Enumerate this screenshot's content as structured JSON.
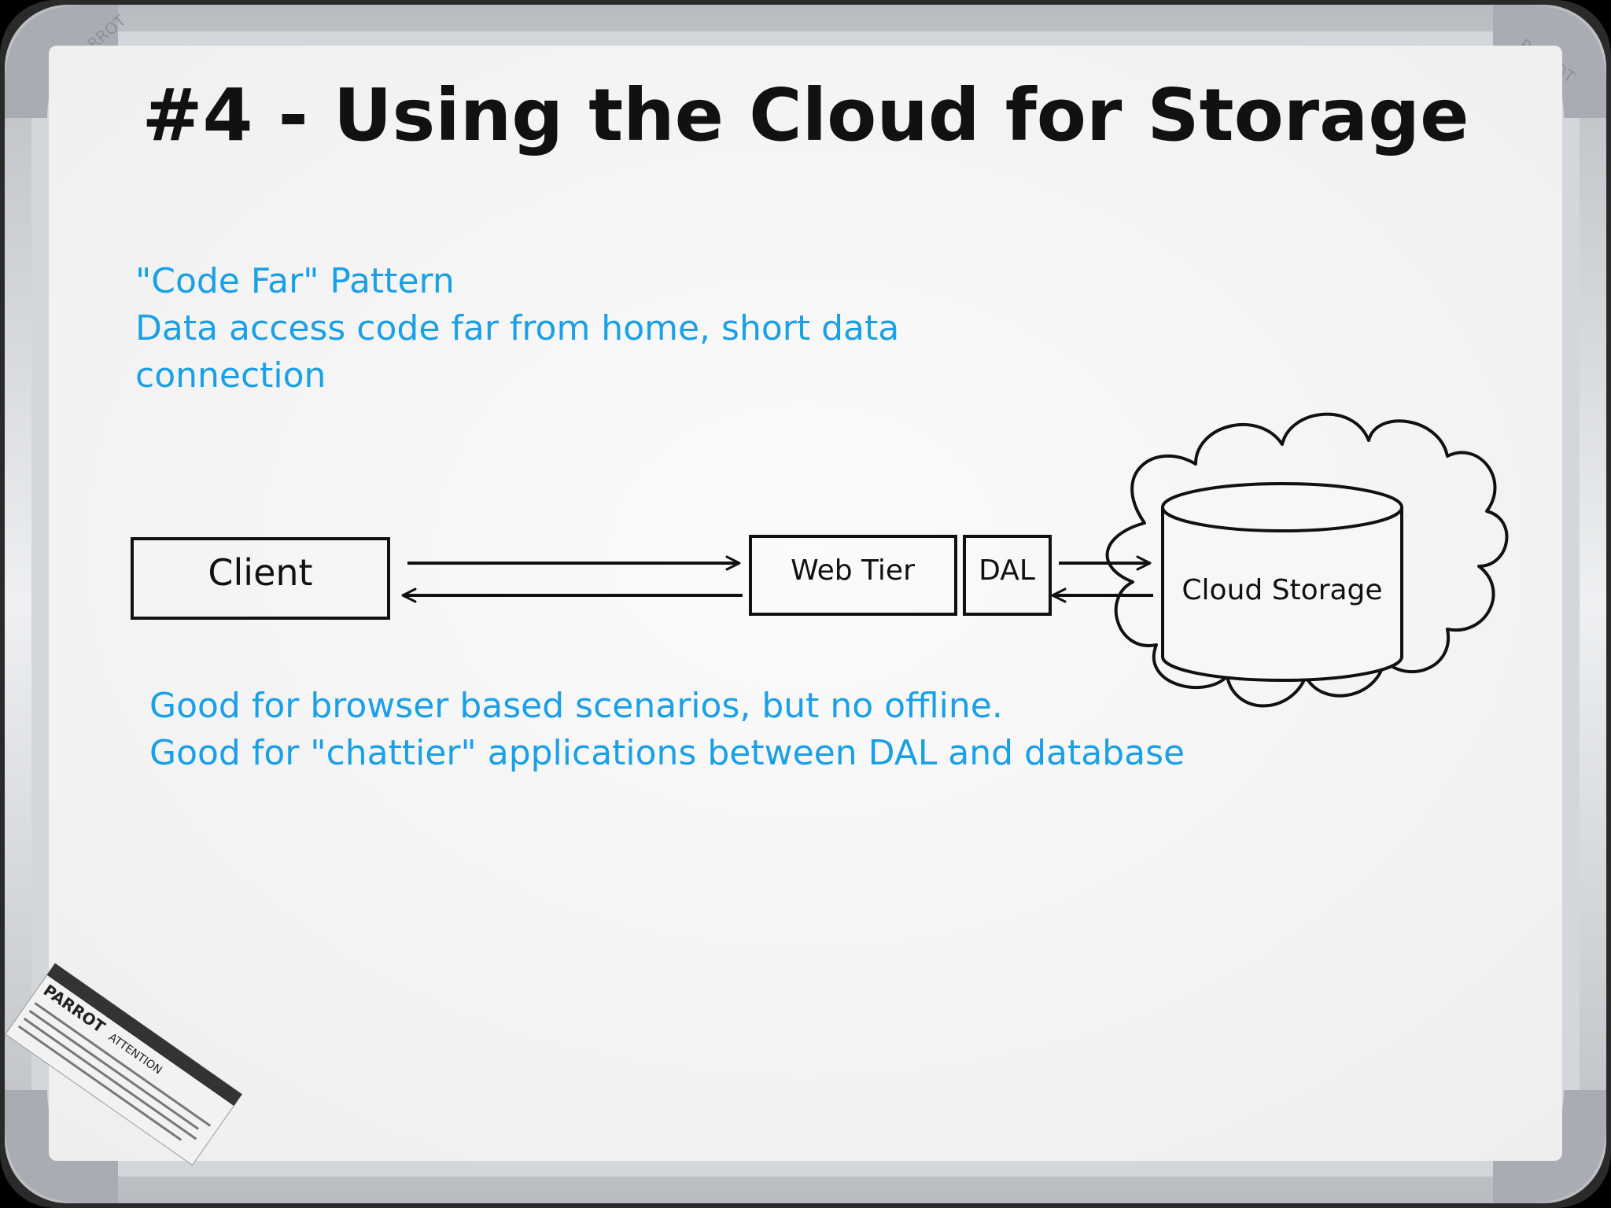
{
  "title": "#4 - Using the Cloud for Storage",
  "intro": {
    "line1": "\"Code Far\" Pattern",
    "line2": "Data access code far from home, short data",
    "line3": "connection"
  },
  "nodes": {
    "client": "Client",
    "web_tier": "Web Tier",
    "dal": "DAL",
    "cloud_storage": "Cloud Storage"
  },
  "notes": {
    "line1": "Good for browser based scenarios, but no offline.",
    "line2": "Good for \"chattier\" applications between DAL and database"
  },
  "branding": {
    "corner_brand": "PARROT",
    "sticker_brand": "PARROT",
    "sticker_attention": "ATTENTION"
  },
  "colors": {
    "ink_black": "#111111",
    "ink_blue": "#1aa0e6",
    "board": "#f4f4f4",
    "frame": "#c9ccd0"
  }
}
